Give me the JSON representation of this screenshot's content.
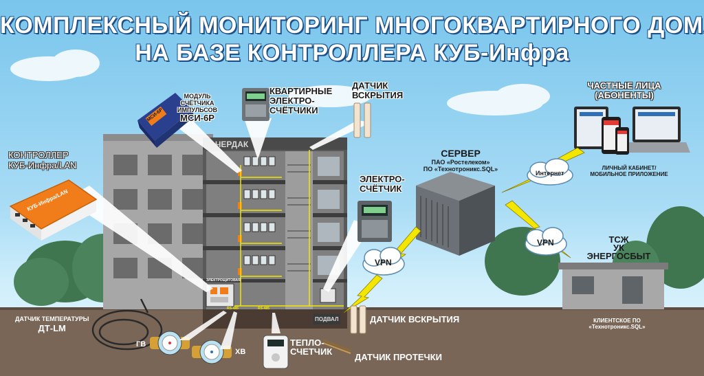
{
  "title": {
    "line1": "КОМПЛЕКСНЫЙ МОНИТОРИНГ МНОГОКВАРТИРНОГО ДОМА",
    "line2": "НА БАЗЕ КОНТРОЛЛЕРА КУБ-Инфра"
  },
  "building": {
    "attic_label": "ЧЕРДАК",
    "basement_label": "ПОДВАЛ",
    "panel_label": "ЭЛЕКТРОЩИТОВАЯ",
    "bus_label_1": "RS-485",
    "bus_label_2": "RS-485"
  },
  "labels": {
    "controller": [
      "КОНТРОЛЛЕР",
      "КУБ-Инфра/LAN"
    ],
    "controller_device_text": "КУБ-Инфра/LAN",
    "pulse_module": [
      "МОДУЛЬ",
      "СЧЁТЧИКА",
      "ИМПУЛЬСОВ",
      "МСИ-6Р"
    ],
    "pulse_module_device_text": "МСИ-6Р",
    "apartment_meters": [
      "КВАРТИРНЫЕ",
      "ЭЛЕКТРО-",
      "СЧЁТЧИКИ"
    ],
    "door_sensor_top": [
      "ДАТЧИК",
      "ВСКРЫТИЯ"
    ],
    "electric_meter": [
      "ЭЛЕКТРО-",
      "СЧЁТЧИК"
    ],
    "server": [
      "СЕРВЕР"
    ],
    "server_sub": [
      "ПАО «Ростелеком»",
      "ПО «Технотроникс.SQL»"
    ],
    "private_persons": [
      "ЧАСТНЫЕ ЛИЦА",
      "(АБОНЕНТЫ)"
    ],
    "private_sub": [
      "ЛИЧНЫЙ КАБИНЕТ/",
      "МОБИЛЬНОЕ ПРИЛОЖЕНИЕ"
    ],
    "companies": [
      "ТСЖ",
      "УК",
      "ЭНЕРГОСБЫТ"
    ],
    "client_sub": [
      "КЛИЕНТСКОЕ ПО",
      "«Технотроникс.SQL»"
    ],
    "temp_sensor": [
      "ДАТЧИК ТЕМПЕРАТУРЫ",
      "ДТ-LM"
    ],
    "door_sensor_bottom": "ДАТЧИК ВСКРЫТИЯ",
    "leak_sensor": "ДАТЧИК ПРОТЕЧКИ",
    "heat_meter": [
      "ТЕПЛО-",
      "СЧЕТЧИК"
    ],
    "hot_water": "ГВ",
    "cold_water": "ХВ"
  },
  "cloud_labels": {
    "internet": "Интернет",
    "vpn_left": "VPN",
    "vpn_right": "VPN"
  },
  "colors": {
    "sky_top": "#79c5ec",
    "ground": "#7a6657",
    "building_wall": "#9a9a9a",
    "building_dark": "#5a5a5a",
    "lightning": "#f3e600",
    "title_fill": "#ffffff",
    "title_outline": "#1c4f86",
    "controller_accent": "#f07d1a"
  }
}
